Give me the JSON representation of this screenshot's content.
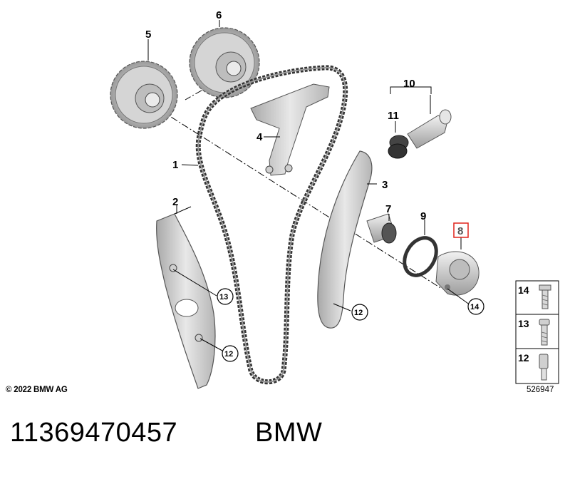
{
  "callouts": {
    "c1": "1",
    "c2": "2",
    "c3": "3",
    "c4": "4",
    "c5": "5",
    "c6": "6",
    "c7": "7",
    "c8": "8",
    "c9": "9",
    "c10": "10",
    "c11": "11",
    "c12a": "12",
    "c12b": "12",
    "c13": "13",
    "c14": "14"
  },
  "side_panel": {
    "s14": "14",
    "s13": "13",
    "s12": "12"
  },
  "copyright": "© 2022 BMW AG",
  "image_number": "526947",
  "footer": {
    "part_number": "11369470457",
    "brand": "BMW"
  },
  "colors": {
    "highlight_box": "#e0241b",
    "line": "#000000",
    "part_fill": "#d9d9d9",
    "part_dark": "#8c8c8c"
  }
}
